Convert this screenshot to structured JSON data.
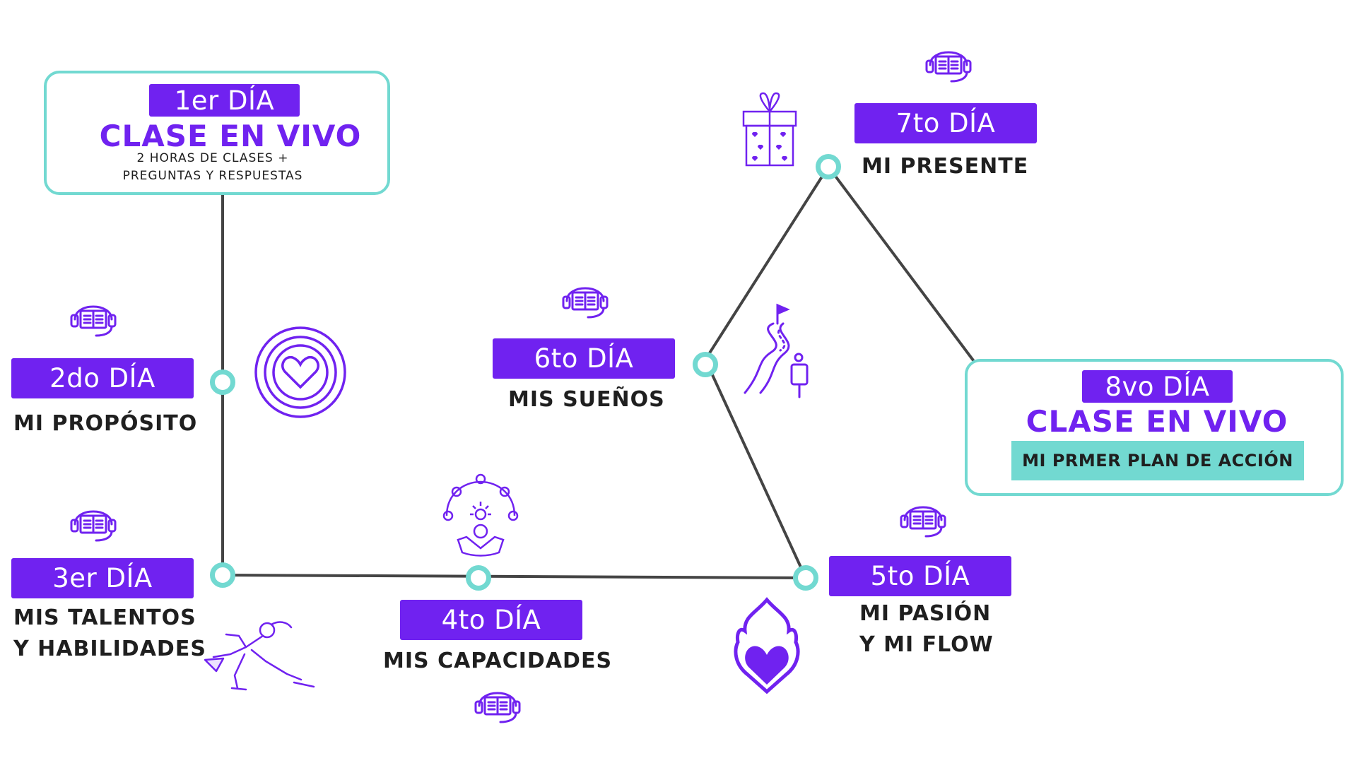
{
  "colors": {
    "accent": "#7022f0",
    "teal": "#72d9d1",
    "line": "#444444",
    "text": "#1f1f1f"
  },
  "day1": {
    "badge": "1er DÍA",
    "title": "CLASE EN VIVO",
    "sub_line1": "2 HORAS DE CLASES +",
    "sub_line2": "PREGUNTAS Y RESPUESTAS"
  },
  "day2": {
    "badge": "2do DÍA",
    "label": "MI PROPÓSITO"
  },
  "day3": {
    "badge": "3er DÍA",
    "label_line1": "MIS TALENTOS",
    "label_line2": "Y HABILIDADES"
  },
  "day4": {
    "badge": "4to DÍA",
    "label": "MIS CAPACIDADES"
  },
  "day5": {
    "badge": "5to DÍA",
    "label_line1": "MI PASIÓN",
    "label_line2": "Y MI FLOW"
  },
  "day6": {
    "badge": "6to DÍA",
    "label": "MIS SUEÑOS"
  },
  "day7": {
    "badge": "7to DÍA",
    "label": "MI PRESENTE"
  },
  "day8": {
    "badge": "8vo DÍA",
    "title": "CLASE EN VIVO",
    "plan": "MI PRMER PLAN DE ACCIÓN"
  },
  "icons": [
    "headset-book-icon",
    "target-heart-icon",
    "skater-icon",
    "gears-head-icon",
    "flame-heart-icon",
    "winding-path-icon",
    "gift-icon"
  ]
}
